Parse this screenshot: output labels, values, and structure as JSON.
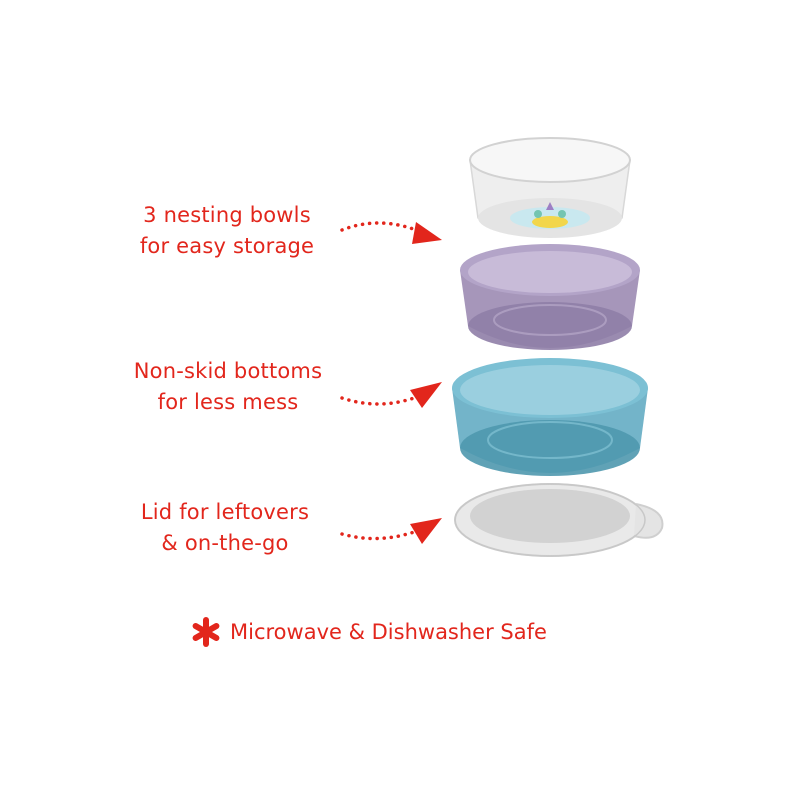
{
  "callouts": [
    {
      "lines": [
        "3 nesting bowls",
        "for easy storage"
      ]
    },
    {
      "lines": [
        "Non-skid bottoms",
        "for less mess"
      ]
    },
    {
      "lines": [
        "Lid for leftovers",
        "& on-the-go"
      ]
    }
  ],
  "footer": {
    "icon": "asterisk-icon",
    "text": "Microwave & Dishwasher Safe"
  },
  "colors": {
    "accent_red": "#e2261c",
    "bowl_clear": "#eeeeee",
    "bowl_purple": "#9c8bb3",
    "bowl_teal": "#5aa7bf",
    "lid_gray": "#d8d8d8"
  }
}
